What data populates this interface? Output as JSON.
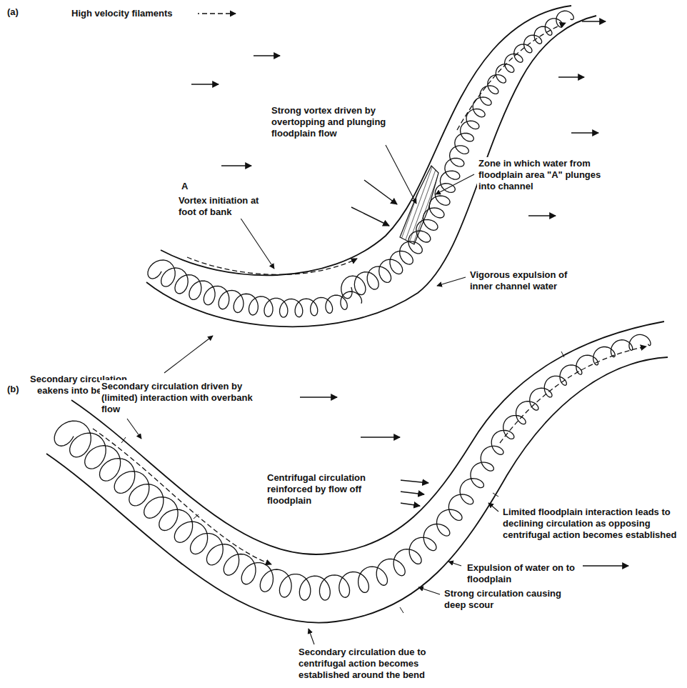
{
  "diagram": {
    "labels": [
      "(a)",
      "High velocity filaments",
      "Strong vortex driven by overtopping and plunging floodplain flow",
      "A",
      "Vortex initiation at foot of bank",
      "Zone in which water from floodplain area \"A\" plunges into channel",
      "Vigorous expulsion of inner channel water",
      "Secondary circulation weakens into bend",
      "(b)",
      "Secondary circulation driven by (limited) interaction with overbank flow",
      "Centrifugal circulation reinforced by flow off floodplain",
      "Limited floodplain interaction leads to declining circulation as opposing centrifugal action becomes established",
      "Expulsion of water on to floodplain",
      "Strong circulation causing deep scour",
      "Secondary circulation due to centrifugal action becomes established around the bend"
    ]
  }
}
